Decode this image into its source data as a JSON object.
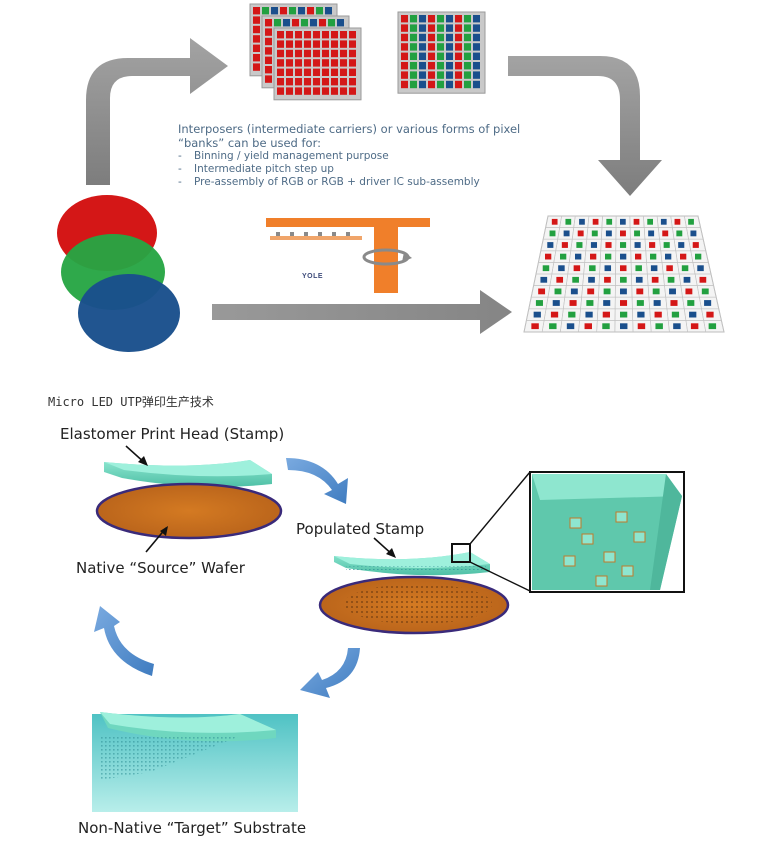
{
  "top_panel": {
    "note_heading": "Interposers (intermediate carriers) or various forms of pixel “banks” can be used for:",
    "note_items": [
      "Binning / yield management purpose",
      "Intermediate pitch step up",
      "Pre-assembly of RGB or RGB + driver IC sub-assembly"
    ],
    "logo_text": "YOLE",
    "colors": {
      "red": "#d41717",
      "green": "#22a040",
      "blue": "#1a4f8c",
      "arrow": "#8c8c8c",
      "carrier": "#f07f2a"
    }
  },
  "caption": "Micro LED UTP弹印生产技术",
  "bottom_panel": {
    "labels": {
      "stamp": "Elastomer Print Head (Stamp)",
      "source_wafer": "Native “Source” Wafer",
      "populated_stamp": "Populated Stamp",
      "target_substrate": "Non-Native “Target” Substrate"
    },
    "colors": {
      "stamp": "#6fd7bf",
      "wafer": "#c8701e",
      "wafer_rim": "#3a2a7a",
      "cycle_arrow": "#5b93cf",
      "substrate": "#7fd8d4"
    }
  }
}
